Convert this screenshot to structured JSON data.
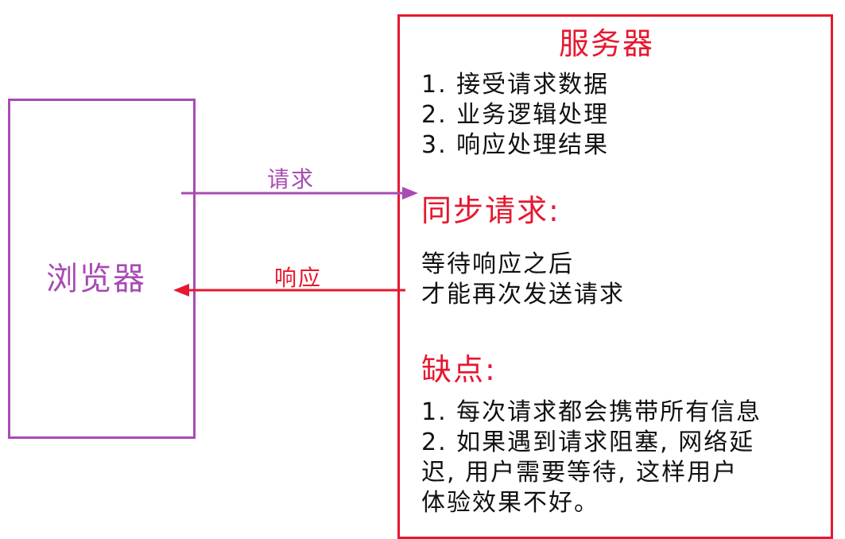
{
  "browser": {
    "label": "浏览器"
  },
  "server": {
    "title": "服务器",
    "steps": [
      "1. 接受请求数据",
      "2. 业务逻辑处理",
      "3. 响应处理结果"
    ],
    "sync": {
      "heading": "同步请求:",
      "lines": [
        "等待响应之后",
        "才能再次发送请求"
      ]
    },
    "drawbacks": {
      "heading": "缺点:",
      "lines": [
        "1. 每次请求都会携带所有信息",
        "2. 如果遇到请求阻塞, 网络延",
        "迟, 用户需要等待, 这样用户",
        "体验效果不好。"
      ]
    }
  },
  "arrows": {
    "request": "请求",
    "response": "响应"
  },
  "colors": {
    "browser": "#a94bb4",
    "server": "#e6182f",
    "text": "#111111"
  }
}
